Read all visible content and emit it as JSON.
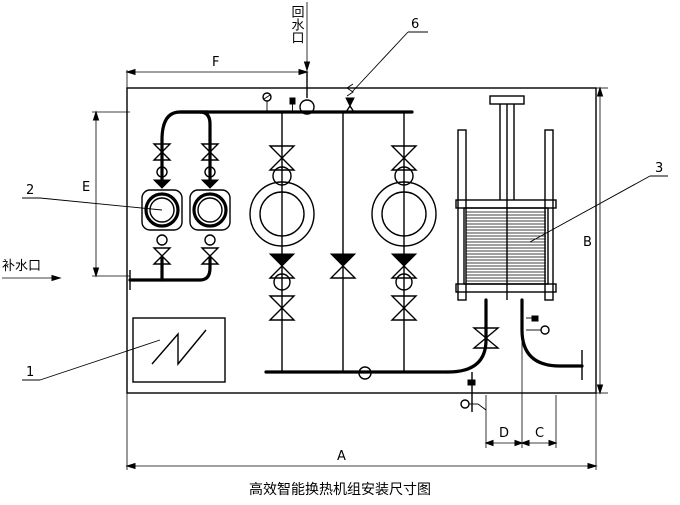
{
  "caption": "高效智能换热机组安装尺寸图",
  "ports": {
    "return_water": "回水口",
    "makeup_water": "补水口"
  },
  "dimensions": {
    "A": "A",
    "B": "B",
    "C": "C",
    "D": "D",
    "E": "E",
    "F": "F"
  },
  "callouts": {
    "c1": "1",
    "c2": "2",
    "c3": "3",
    "c6": "6"
  }
}
